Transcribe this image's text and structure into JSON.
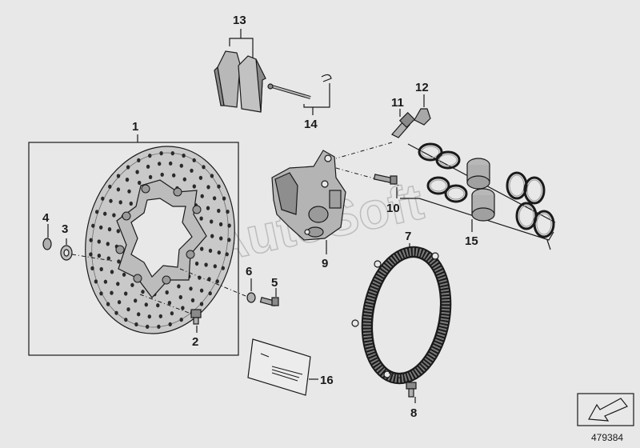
{
  "callouts": {
    "c1": "1",
    "c2": "2",
    "c3": "3",
    "c4": "4",
    "c5": "5",
    "c6": "6",
    "c7": "7",
    "c8": "8",
    "c9": "9",
    "c10": "10",
    "c11": "11",
    "c12": "12",
    "c13": "13",
    "c14": "14",
    "c15": "15",
    "c16": "16"
  },
  "watermark": "AutoSoft",
  "reference_number": "479384",
  "colors": {
    "background": "#e8e8e8",
    "ink": "#1a1a1a",
    "part_fill": "#b8b8b8",
    "part_dark": "#8a8a8a",
    "watermark": "#bdbdbd"
  },
  "icons": {
    "corner": "arrow-down-left-icon"
  }
}
